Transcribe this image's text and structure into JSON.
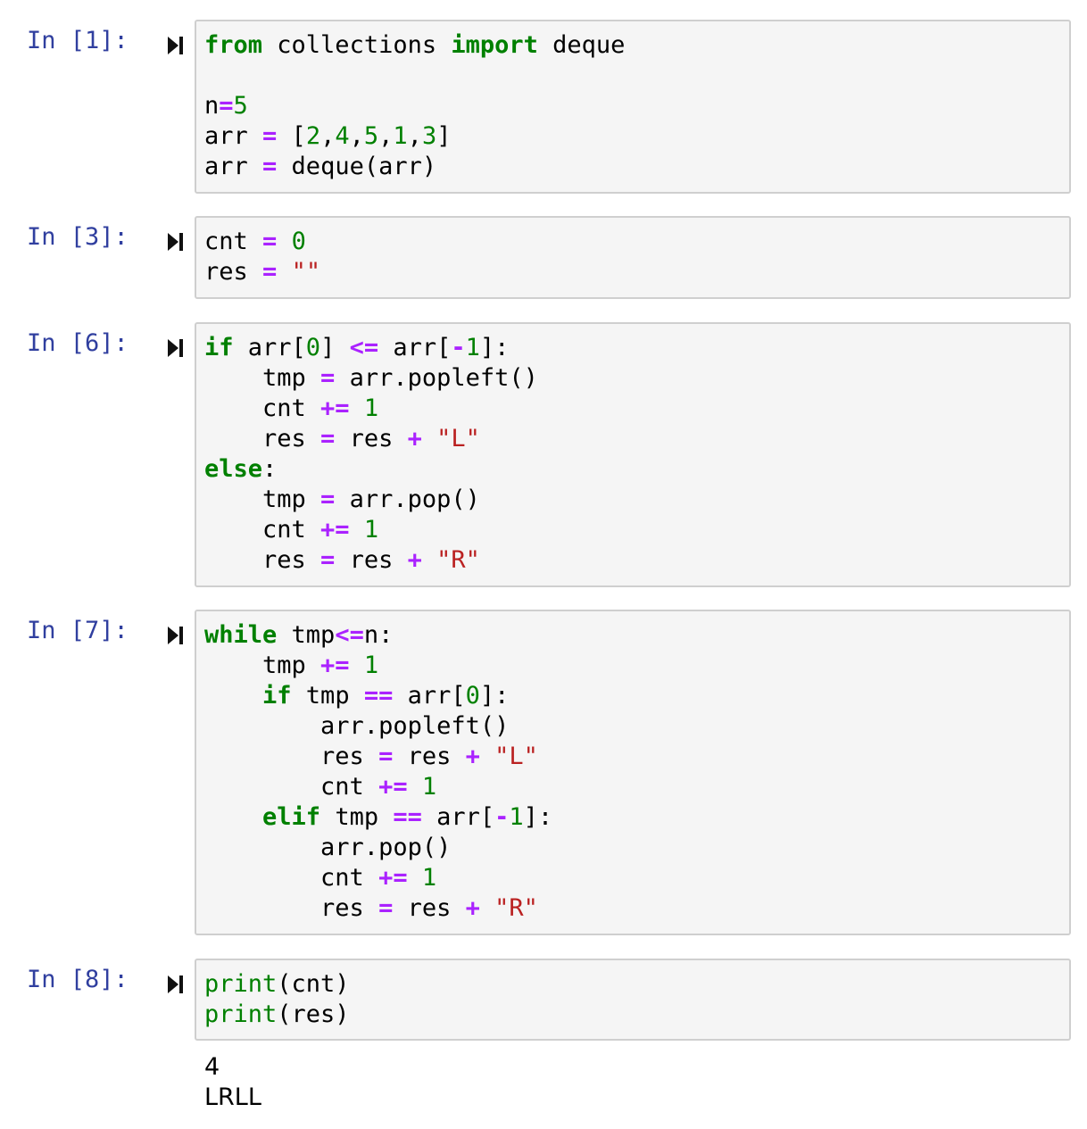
{
  "cells": [
    {
      "prompt": "In [1]:",
      "lines": [
        [
          [
            "kw",
            "from"
          ],
          [
            "t",
            " collections "
          ],
          [
            "kw",
            "import"
          ],
          [
            "t",
            " deque"
          ]
        ],
        [],
        [
          [
            "t",
            "n"
          ],
          [
            "op",
            "="
          ],
          [
            "num",
            "5"
          ]
        ],
        [
          [
            "t",
            "arr "
          ],
          [
            "op",
            "="
          ],
          [
            "t",
            " ["
          ],
          [
            "num",
            "2"
          ],
          [
            "t",
            ","
          ],
          [
            "num",
            "4"
          ],
          [
            "t",
            ","
          ],
          [
            "num",
            "5"
          ],
          [
            "t",
            ","
          ],
          [
            "num",
            "1"
          ],
          [
            "t",
            ","
          ],
          [
            "num",
            "3"
          ],
          [
            "t",
            "]"
          ]
        ],
        [
          [
            "t",
            "arr "
          ],
          [
            "op",
            "="
          ],
          [
            "t",
            " deque(arr)"
          ]
        ]
      ]
    },
    {
      "prompt": "In [3]:",
      "lines": [
        [
          [
            "t",
            "cnt "
          ],
          [
            "op",
            "="
          ],
          [
            "t",
            " "
          ],
          [
            "num",
            "0"
          ]
        ],
        [
          [
            "t",
            "res "
          ],
          [
            "op",
            "="
          ],
          [
            "t",
            " "
          ],
          [
            "str",
            "\"\""
          ]
        ]
      ]
    },
    {
      "prompt": "In [6]:",
      "lines": [
        [
          [
            "kw",
            "if"
          ],
          [
            "t",
            " arr["
          ],
          [
            "num",
            "0"
          ],
          [
            "t",
            "] "
          ],
          [
            "op",
            "<="
          ],
          [
            "t",
            " arr["
          ],
          [
            "op",
            "-"
          ],
          [
            "num",
            "1"
          ],
          [
            "t",
            "]:"
          ]
        ],
        [
          [
            "t",
            "    tmp "
          ],
          [
            "op",
            "="
          ],
          [
            "t",
            " arr.popleft()"
          ]
        ],
        [
          [
            "t",
            "    cnt "
          ],
          [
            "op",
            "+="
          ],
          [
            "t",
            " "
          ],
          [
            "num",
            "1"
          ]
        ],
        [
          [
            "t",
            "    res "
          ],
          [
            "op",
            "="
          ],
          [
            "t",
            " res "
          ],
          [
            "op",
            "+"
          ],
          [
            "t",
            " "
          ],
          [
            "str",
            "\"L\""
          ]
        ],
        [
          [
            "kw",
            "else"
          ],
          [
            "t",
            ":"
          ]
        ],
        [
          [
            "t",
            "    tmp "
          ],
          [
            "op",
            "="
          ],
          [
            "t",
            " arr.pop()"
          ]
        ],
        [
          [
            "t",
            "    cnt "
          ],
          [
            "op",
            "+="
          ],
          [
            "t",
            " "
          ],
          [
            "num",
            "1"
          ]
        ],
        [
          [
            "t",
            "    res "
          ],
          [
            "op",
            "="
          ],
          [
            "t",
            " res "
          ],
          [
            "op",
            "+"
          ],
          [
            "t",
            " "
          ],
          [
            "str",
            "\"R\""
          ]
        ]
      ]
    },
    {
      "prompt": "In [7]:",
      "lines": [
        [
          [
            "kw",
            "while"
          ],
          [
            "t",
            " tmp"
          ],
          [
            "op",
            "<="
          ],
          [
            "t",
            "n:"
          ]
        ],
        [
          [
            "t",
            "    tmp "
          ],
          [
            "op",
            "+="
          ],
          [
            "t",
            " "
          ],
          [
            "num",
            "1"
          ]
        ],
        [
          [
            "t",
            "    "
          ],
          [
            "kw",
            "if"
          ],
          [
            "t",
            " tmp "
          ],
          [
            "op",
            "=="
          ],
          [
            "t",
            " arr["
          ],
          [
            "num",
            "0"
          ],
          [
            "t",
            "]:"
          ]
        ],
        [
          [
            "t",
            "        arr.popleft()"
          ]
        ],
        [
          [
            "t",
            "        res "
          ],
          [
            "op",
            "="
          ],
          [
            "t",
            " res "
          ],
          [
            "op",
            "+"
          ],
          [
            "t",
            " "
          ],
          [
            "str",
            "\"L\""
          ]
        ],
        [
          [
            "t",
            "        cnt "
          ],
          [
            "op",
            "+="
          ],
          [
            "t",
            " "
          ],
          [
            "num",
            "1"
          ]
        ],
        [
          [
            "t",
            "    "
          ],
          [
            "kw",
            "elif"
          ],
          [
            "t",
            " tmp "
          ],
          [
            "op",
            "=="
          ],
          [
            "t",
            " arr["
          ],
          [
            "op",
            "-"
          ],
          [
            "num",
            "1"
          ],
          [
            "t",
            "]:"
          ]
        ],
        [
          [
            "t",
            "        arr.pop()"
          ]
        ],
        [
          [
            "t",
            "        cnt "
          ],
          [
            "op",
            "+="
          ],
          [
            "t",
            " "
          ],
          [
            "num",
            "1"
          ]
        ],
        [
          [
            "t",
            "        res "
          ],
          [
            "op",
            "="
          ],
          [
            "t",
            " res "
          ],
          [
            "op",
            "+"
          ],
          [
            "t",
            " "
          ],
          [
            "str",
            "\"R\""
          ]
        ]
      ]
    },
    {
      "prompt": "In [8]:",
      "lines": [
        [
          [
            "bi",
            "print"
          ],
          [
            "t",
            "(cnt)"
          ]
        ],
        [
          [
            "bi",
            "print"
          ],
          [
            "t",
            "(res)"
          ]
        ]
      ],
      "output": [
        "4",
        "LRLL"
      ]
    }
  ],
  "icons": {
    "run": "run-cell-icon"
  },
  "colors": {
    "prompt": "#303f9f",
    "keyword": "#008000",
    "operator": "#aa22ff",
    "number": "#008000",
    "string": "#ba2121",
    "code_bg": "#f5f5f5",
    "code_border": "#cfcfcf"
  }
}
